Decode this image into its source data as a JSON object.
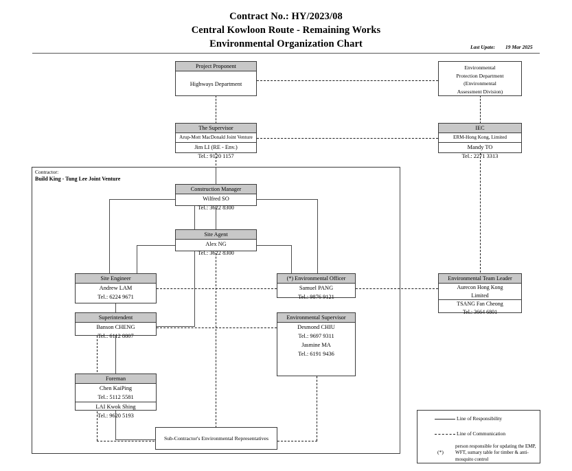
{
  "header": {
    "title_lines": [
      "Contract No.: HY/2023/08",
      "Central Kowloon Route - Remaining Works",
      "Environmental Organization Chart"
    ],
    "last_update_label": "Last Upate:",
    "last_update_value": "19 Mar 2025"
  },
  "contractor": {
    "label": "Contractor:",
    "name": "Build King - Tung Lee Joint Venture"
  },
  "boxes": {
    "project_proponent": {
      "title": "Project Proponent",
      "line1": "Highways Department"
    },
    "epd": {
      "line1": "Environmental",
      "line2": "Protection Department",
      "line3": "(Environmental",
      "line4": "Assessment Division)"
    },
    "supervisor": {
      "title": "The Supervisor",
      "company": "Arup-Mott MacDonald Joint Venture",
      "person": "Jim LI (RE - Env.)",
      "tel": "Tel.: 9120 1157"
    },
    "iec": {
      "title": "IEC",
      "company": "ERM-Hong Kong, Limited",
      "person": "Mandy TO",
      "tel": "Tel.: 2271 3313"
    },
    "construction_manager": {
      "title": "Construction Manager",
      "person": "Wilfred SO",
      "tel": "Tel.: 3622 8300"
    },
    "site_agent": {
      "title": "Site Agent",
      "person": "Alex NG",
      "tel": "Tel.: 3622 8300"
    },
    "site_engineer": {
      "title": "Site Engineer",
      "person": "Andrew LAM",
      "tel": "Tel.: 6224 9671"
    },
    "environmental_officer": {
      "title": "(*) Environmental Officer",
      "person": "Samuel PANG",
      "tel": "Tel.: 9876 9121"
    },
    "environmental_team_leader": {
      "title": "Environmental Team Leader",
      "company_line1": "Aurecon Hong Kong",
      "company_line2": "Limited",
      "person": "TSANG Fan Cheong",
      "tel": "Tel.: 3664 6801"
    },
    "superintendent": {
      "title": "Superintendent",
      "person": "Banson CHENG",
      "tel": "Tel.: 6112 8807"
    },
    "environmental_supervisor": {
      "title": "Environmental Supervisor",
      "person1": "Desmond CHIU",
      "tel1": "Tel.: 9697 9311",
      "person2": "Jasmine MA",
      "tel2": "Tel.: 6191 9436"
    },
    "foreman": {
      "title": "Foreman",
      "person1": "Chen KaiPing",
      "tel1": "Tel.: 5112 5581",
      "person2": "LAI Kwok Shing",
      "tel2": "Tel.: 9620 5193"
    },
    "subcontractor": {
      "title": "Sub-Contractor's Environmental Representatives"
    }
  },
  "legend": {
    "responsibility": "Line of Responsibility",
    "communication": "Line of Communication",
    "star": "(*)",
    "note": "person responsible for updating the EMP, WFT, sumary table for timber & anti-mosquito control"
  },
  "colors": {
    "box_header_fill": "#c8c8c8",
    "box_border": "#3a3a3a",
    "line": "#1d1d1d",
    "background": "#ffffff"
  }
}
